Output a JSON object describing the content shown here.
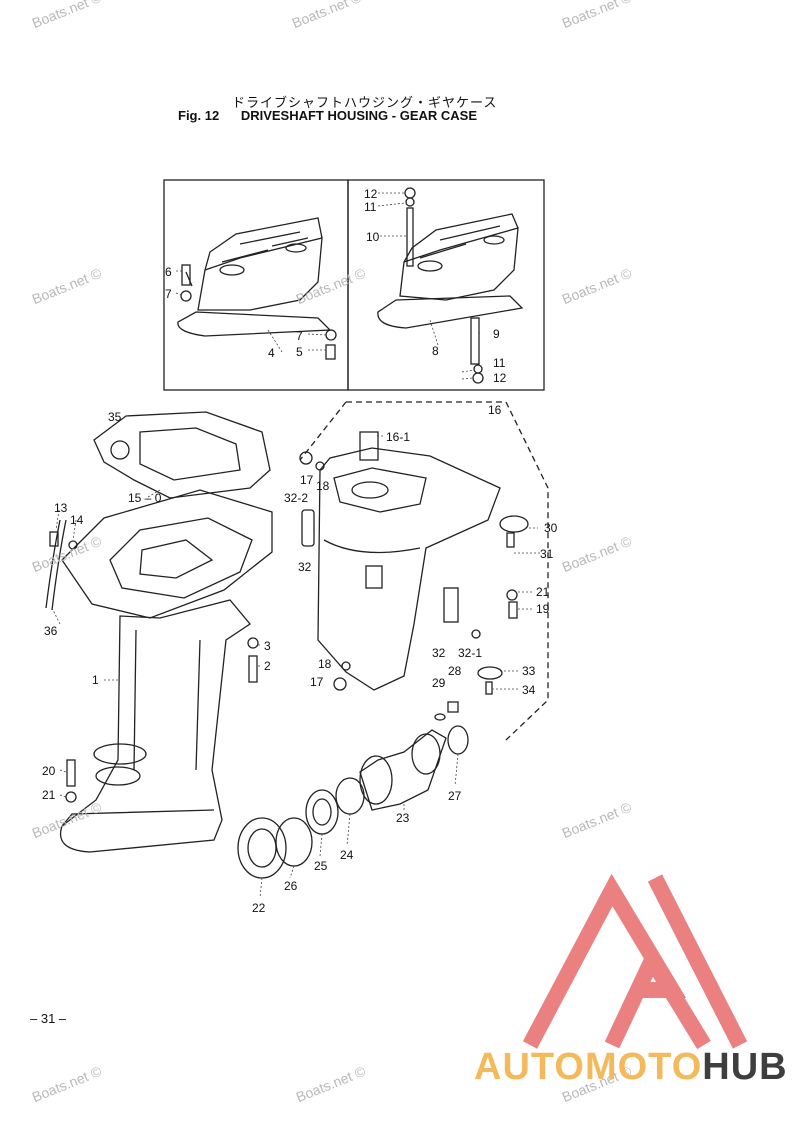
{
  "header": {
    "japanese_title": "ドライブシャフトハウジング・ギヤケース",
    "fig_no": "Fig. 12",
    "fig_title": "DRIVESHAFT HOUSING - GEAR CASE"
  },
  "page_number": "– 31 –",
  "watermarks": [
    "Boats.net ©",
    "Boats.net ©",
    "Boats.net ©",
    "Boats.net ©",
    "Boats.net ©",
    "Boats.net ©",
    "Boats.net ©",
    "Boats.net ©",
    "Boats.net ©",
    "Boats.net ©",
    "Boats.net ©",
    "Boats.net ©",
    "Boats.net ©"
  ],
  "logo": {
    "part_a": "AUTOMOTO",
    "part_b": "HUB",
    "colors": {
      "primary": "#f3b95a",
      "secondary": "#3e3e3e",
      "triangle": "#e86b6b"
    }
  },
  "callouts": {
    "c12a": "12",
    "c11a": "11",
    "c10": "10",
    "c6": "6",
    "c7a": "7",
    "c7b": "7",
    "c5": "5",
    "c4": "4",
    "c8": "8",
    "c9": "9",
    "c11b": "11",
    "c12b": "12",
    "c16": "16",
    "c35": "35",
    "c16_1": "16-1",
    "c17a": "17",
    "c18a": "18",
    "c32_2": "32-2",
    "c15": "15 – 0",
    "c13": "13",
    "c14": "14",
    "c32a": "32",
    "c30": "30",
    "c31": "31",
    "c36": "36",
    "c21a": "21",
    "c19": "19",
    "c3": "3",
    "c2": "2",
    "c32b": "32",
    "c32_1": "32-1",
    "c28": "28",
    "c33": "33",
    "c1": "1",
    "c18b": "18",
    "c17b": "17",
    "c29": "29",
    "c34": "34",
    "c20": "20",
    "c21b": "21",
    "c27": "27",
    "c23": "23",
    "c24": "24",
    "c25": "25",
    "c26": "26",
    "c22": "22"
  }
}
